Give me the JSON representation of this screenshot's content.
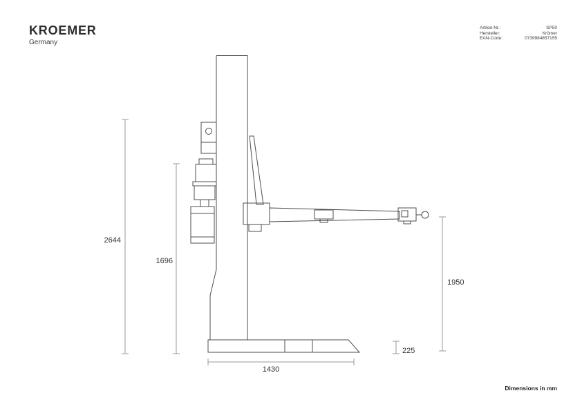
{
  "header": {
    "logo": "KROEMER",
    "logo_sub": "Germany",
    "info": [
      {
        "label": "Artikel-Nr.:",
        "value": "SP50"
      },
      {
        "label": "Hersteller:",
        "value": "Krömer"
      },
      {
        "label": "EAN-Code:",
        "value": "0739984857155"
      }
    ]
  },
  "drawing": {
    "type": "single-post-vehicle-lift-side-view",
    "dims": {
      "total_height": "2644",
      "column_height": "1696",
      "lift_height": "1950",
      "base_height": "225",
      "base_length": "1430"
    }
  },
  "footer": {
    "note": "Dimensions in mm"
  },
  "colors": {
    "line": "#4c4c50",
    "dim_line": "#9a9a9e",
    "text": "#333333",
    "background": "#ffffff"
  }
}
